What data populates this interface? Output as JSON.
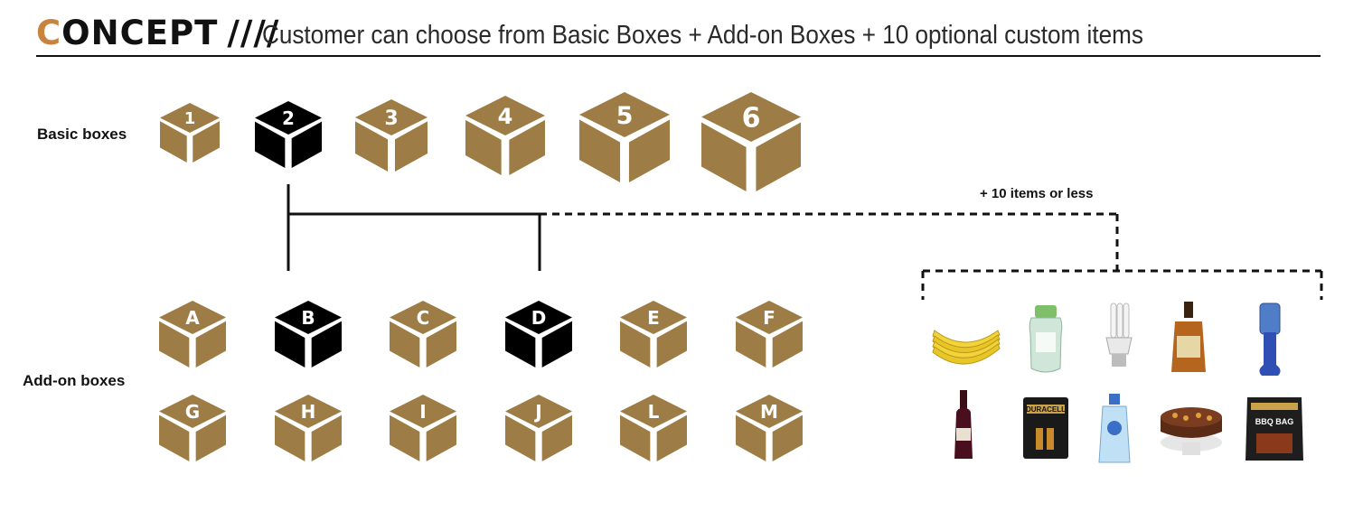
{
  "header": {
    "title_first_letter": "C",
    "title_rest": "ONCEPT",
    "slashes": "////",
    "subtitle": "Customer can choose from Basic Boxes + Add-on Boxes + 10 optional custom items"
  },
  "basic": {
    "label": "Basic boxes",
    "boxes": [
      "1",
      "2",
      "3",
      "4",
      "5",
      "6"
    ],
    "selected": [
      "2"
    ]
  },
  "addon": {
    "label": "Add-on boxes",
    "row1": [
      "A",
      "B",
      "C",
      "D",
      "E",
      "F"
    ],
    "row2": [
      "G",
      "H",
      "I",
      "J",
      "L",
      "M"
    ],
    "selected": [
      "B",
      "D"
    ]
  },
  "items": {
    "label": "+ 10 items or less",
    "row1": [
      "bananas",
      "shampoo-bottle",
      "energy-saving-bulb",
      "whisky-bottle",
      "dog-chew-toy"
    ],
    "row2": [
      "wine-bottle",
      "duracell-batteries",
      "hand-sanitizer",
      "chocolate-cake",
      "bbq-bag"
    ],
    "product_texts": [
      "DURACELL",
      "BBQ BAG"
    ]
  },
  "colors": {
    "box": "#9d7d45",
    "box_selected": "#000000",
    "accent": "#c8843e",
    "line": "#111111"
  }
}
